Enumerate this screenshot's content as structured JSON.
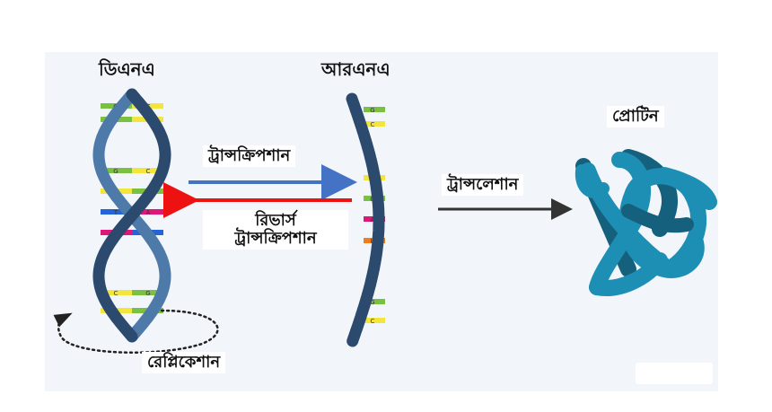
{
  "labels": {
    "dna": "ডিএনএ",
    "rna": "আরএনএ",
    "protein": "প্রোটিন",
    "transcription": "ট্রান্সক্রিপশান",
    "reverse_transcription_line1": "রিভার্স",
    "reverse_transcription_line2": "ট্রান্সক্রিপশান",
    "translation": "ট্রান্সলেশান",
    "replication": "রেপ্লিকেশান"
  },
  "dna_base_pairs": [
    [
      "G",
      "C"
    ],
    [
      "G",
      "C"
    ],
    [
      "G",
      "C"
    ],
    [
      "C",
      "G"
    ],
    [
      "T",
      "A"
    ],
    [
      "A",
      "T"
    ],
    [
      "C",
      "G"
    ],
    [
      "C",
      "G"
    ]
  ],
  "rna_bases": [
    "G",
    "C",
    "C",
    "G",
    "A",
    "U",
    "G",
    "C"
  ],
  "colors": {
    "helix": "#2c4a6e",
    "helix_light": "#4d7aa8",
    "G": "#7ac142",
    "C": "#f2e53b",
    "A": "#e0177a",
    "T": "#2464d8",
    "U": "#f07c1c",
    "transcription_arrow": "#4472c4",
    "reverse_arrow": "#ee1111",
    "translation_arrow": "#333333",
    "protein": "#1e8fb4",
    "protein_dark": "#15607c"
  }
}
